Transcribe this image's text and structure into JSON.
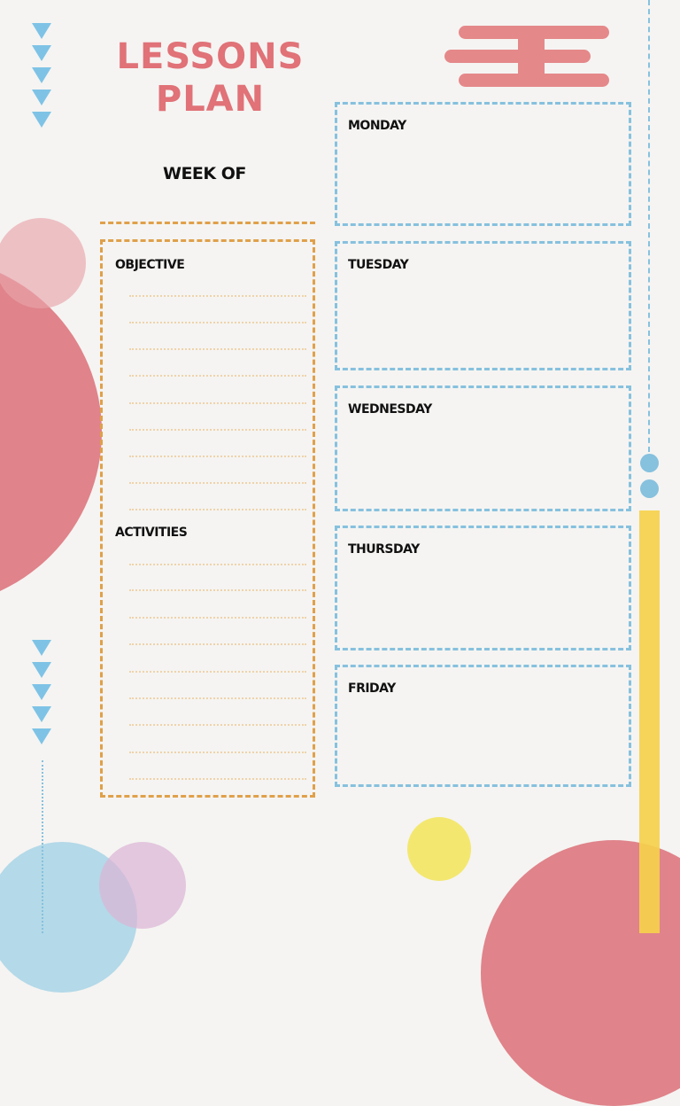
{
  "header": {
    "title_line1": "LESSONS",
    "title_line2": "PLAN",
    "week_of_label": "WEEK OF"
  },
  "left_panel": {
    "sections": [
      {
        "label": "OBJECTIVE",
        "line_count": 9
      },
      {
        "label": "ACTIVITIES",
        "line_count": 9
      }
    ]
  },
  "days": [
    {
      "label": "MONDAY"
    },
    {
      "label": "TUESDAY"
    },
    {
      "label": "WEDNESDAY"
    },
    {
      "label": "THURSDAY"
    },
    {
      "label": "FRIDAY"
    }
  ],
  "colors": {
    "title": "#e07278",
    "accent_blue": "#86c1de",
    "accent_orange": "#e0a04a",
    "accent_yellow": "#f5d04c",
    "accent_red": "#dc6f78",
    "accent_pink": "#e8a5aa",
    "accent_lilac": "#dcb4d6",
    "background": "#f5f4f2"
  },
  "decor_icons": [
    "triangle-arrow-icon",
    "cloud-stripe-icon",
    "circle-decoration"
  ]
}
